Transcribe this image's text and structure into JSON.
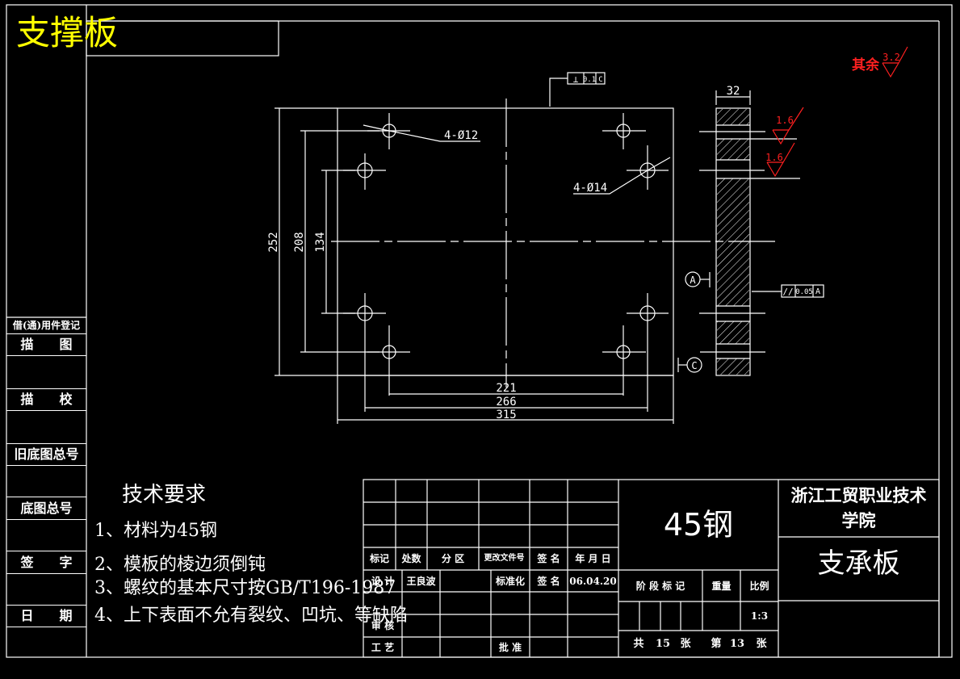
{
  "drawing_title": "支撑板",
  "roughness_default": {
    "label": "其余",
    "value": "3.2"
  },
  "roughness_marks": [
    "1.6",
    "1.6"
  ],
  "flatness_tolerance": {
    "symbol": "⊥",
    "value": "0.1",
    "datum": "C"
  },
  "parallel_tolerance": {
    "symbol": "//",
    "value": "0.05",
    "datum": "A"
  },
  "datums": [
    "A",
    "C"
  ],
  "dimensions": {
    "width_overall": "315",
    "width_266": "266",
    "width_221": "221",
    "height_overall": "252",
    "height_208": "208",
    "height_134": "134",
    "thickness": "32",
    "hole_small": "4-Ø12",
    "hole_large": "4-Ø14"
  },
  "side_panel": {
    "items": [
      "借(通)用件登记",
      "描　　图",
      "描　　校",
      "旧底图总号",
      "底图总号",
      "签　　字",
      "日　　期"
    ]
  },
  "tech_requirements": {
    "title": "技术要求",
    "items": [
      "1、材料为45钢",
      "2、模板的棱边须倒钝",
      "3、螺纹的基本尺寸按GB/T196-1987",
      "4、上下表面不允有裂纹、凹坑、等缺陷"
    ]
  },
  "title_block": {
    "revision_headers": [
      "标记",
      "处数",
      "分 区",
      "更改文件号",
      "签 名",
      "年 月 日"
    ],
    "design_label": "设 计",
    "designer": "王良波",
    "standardization_label": "标准化",
    "sign_label": "签 名",
    "date": "06.04.20",
    "review_label": "审 核",
    "process_label": "工 艺",
    "approve_label": "批 准",
    "material": "45钢",
    "stage_label": "阶 段 标 记",
    "weight_label": "重量",
    "scale_label": "比例",
    "scale": "1:3",
    "sheet_total_prefix": "共",
    "sheet_total": "15",
    "sheet_unit": "张",
    "sheet_index_prefix": "第",
    "sheet_index": "13",
    "school": "浙江工贸职业技术学院",
    "part_name": "支承板"
  },
  "colors": {
    "background": "#000000",
    "line": "#ffffff",
    "title": "#ffff00",
    "roughness": "#ff2020"
  }
}
